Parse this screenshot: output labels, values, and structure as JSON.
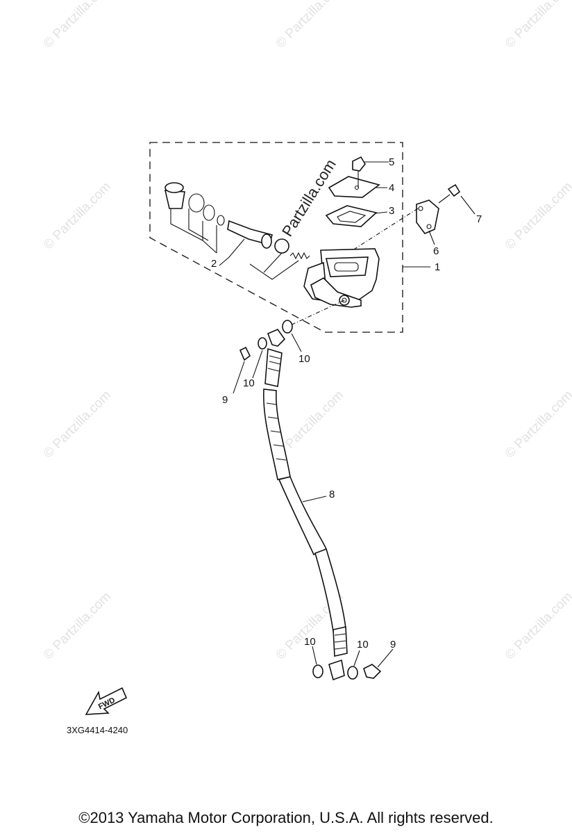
{
  "watermarks": {
    "tile": "© Partzilla.com",
    "center": "Partzilla.com"
  },
  "callouts": {
    "c1": "1",
    "c2": "2",
    "c3": "3",
    "c4": "4",
    "c5": "5",
    "c6": "6",
    "c7": "7",
    "c8": "8",
    "c9a": "9",
    "c9b": "9",
    "c10a": "10",
    "c10b": "10",
    "c10c": "10",
    "c10d": "10"
  },
  "fwd_arrow": {
    "label": "FWD"
  },
  "diagram_code": "3XG4414-4240",
  "copyright": "©2013  Yamaha Motor Corporation, U.S.A. All rights reserved."
}
